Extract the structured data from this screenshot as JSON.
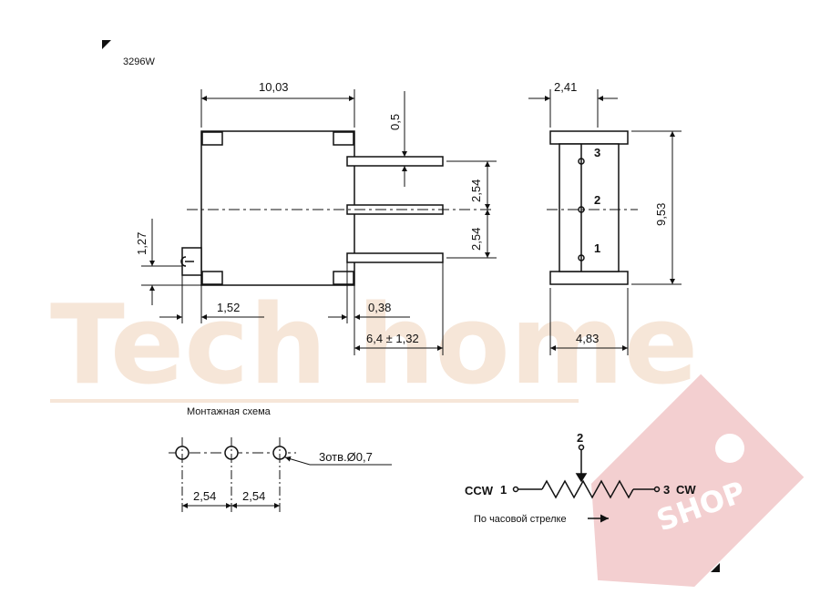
{
  "diagram": {
    "model": "3296W",
    "dims": {
      "width": "10,03",
      "pin_width": "0,5",
      "pitch_top": "2,54",
      "pitch_bottom": "2,54",
      "slot_height": "1,27",
      "offset_bottom": "1,52",
      "gap": "0,38",
      "pin_length": "6,4 ± 1,32",
      "side_top": "2,41",
      "height": "9,53",
      "side_bottom": "4,83"
    },
    "side_pins": [
      "3",
      "2",
      "1"
    ],
    "mount": {
      "title": "Монтажная схема",
      "holes_label": "3отв.Ø0,7",
      "pitch_a": "2,54",
      "pitch_b": "2,54"
    },
    "schematic": {
      "ccw": "CCW",
      "cw": "CW",
      "pin1": "1",
      "pin2": "2",
      "pin3": "3",
      "clockwise_label": "По часовой стрелке"
    },
    "watermark": {
      "brand_left": "Tech",
      "brand_right": "home",
      "tag": "SHOP"
    }
  }
}
